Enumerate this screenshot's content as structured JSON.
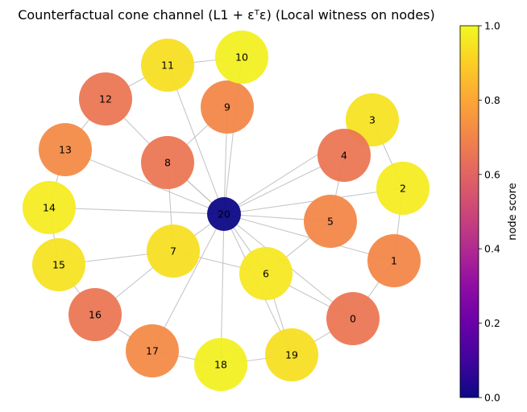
{
  "figure": {
    "title": "Counterfactual cone channel (L1 + εᵀε)  (Local witness on nodes)"
  },
  "graph": {
    "nodes": [
      {
        "id": "0",
        "score": 0.66
      },
      {
        "id": "1",
        "score": 0.71
      },
      {
        "id": "2",
        "score": 0.97
      },
      {
        "id": "3",
        "score": 0.95
      },
      {
        "id": "4",
        "score": 0.66
      },
      {
        "id": "5",
        "score": 0.71
      },
      {
        "id": "6",
        "score": 0.96
      },
      {
        "id": "7",
        "score": 0.94
      },
      {
        "id": "8",
        "score": 0.66
      },
      {
        "id": "9",
        "score": 0.71
      },
      {
        "id": "10",
        "score": 0.98
      },
      {
        "id": "11",
        "score": 0.94
      },
      {
        "id": "12",
        "score": 0.66
      },
      {
        "id": "13",
        "score": 0.72
      },
      {
        "id": "14",
        "score": 0.97
      },
      {
        "id": "15",
        "score": 0.95
      },
      {
        "id": "16",
        "score": 0.66
      },
      {
        "id": "17",
        "score": 0.72
      },
      {
        "id": "18",
        "score": 0.98
      },
      {
        "id": "19",
        "score": 0.94
      },
      {
        "id": "20",
        "score": 0.0
      }
    ],
    "edges": [
      [
        "20",
        "0"
      ],
      [
        "20",
        "1"
      ],
      [
        "20",
        "2"
      ],
      [
        "20",
        "3"
      ],
      [
        "20",
        "4"
      ],
      [
        "20",
        "5"
      ],
      [
        "20",
        "6"
      ],
      [
        "20",
        "7"
      ],
      [
        "20",
        "8"
      ],
      [
        "20",
        "9"
      ],
      [
        "20",
        "10"
      ],
      [
        "20",
        "11"
      ],
      [
        "20",
        "13"
      ],
      [
        "20",
        "14"
      ],
      [
        "20",
        "17"
      ],
      [
        "20",
        "18"
      ],
      [
        "20",
        "19"
      ],
      [
        "0",
        "1"
      ],
      [
        "0",
        "6"
      ],
      [
        "0",
        "19"
      ],
      [
        "1",
        "2"
      ],
      [
        "2",
        "3"
      ],
      [
        "4",
        "5"
      ],
      [
        "5",
        "6"
      ],
      [
        "6",
        "7"
      ],
      [
        "6",
        "19"
      ],
      [
        "7",
        "8"
      ],
      [
        "7",
        "15"
      ],
      [
        "7",
        "16"
      ],
      [
        "8",
        "9"
      ],
      [
        "8",
        "12"
      ],
      [
        "10",
        "11"
      ],
      [
        "11",
        "12"
      ],
      [
        "12",
        "13"
      ],
      [
        "13",
        "14"
      ],
      [
        "14",
        "15"
      ],
      [
        "15",
        "16"
      ],
      [
        "16",
        "17"
      ],
      [
        "17",
        "18"
      ],
      [
        "18",
        "19"
      ],
      [
        "8",
        "20"
      ]
    ]
  },
  "colorbar": {
    "label": "node score",
    "ticks": [
      "0.0",
      "0.2",
      "0.4",
      "0.6",
      "0.8",
      "1.0"
    ],
    "range": [
      0,
      1
    ],
    "colormap": "plasma"
  }
}
